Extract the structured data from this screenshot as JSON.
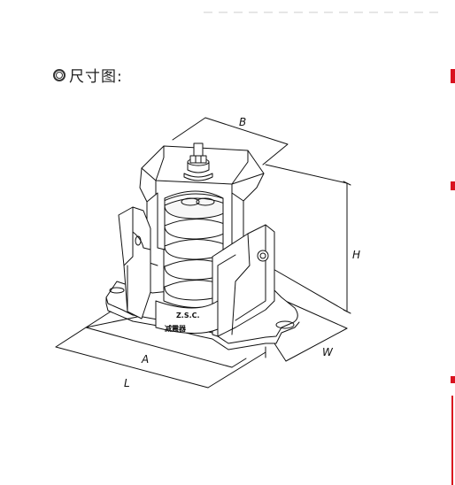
{
  "heading": {
    "text": "尺寸图:"
  },
  "dimensions": {
    "A": "A",
    "B": "B",
    "H": "H",
    "L": "L",
    "W": "W"
  },
  "plate_text": {
    "line1": "Z.S.C.",
    "line2": "减震器"
  },
  "colors": {
    "accent": "#d9121f",
    "line": "#111111"
  },
  "icons": {
    "heading_bullet": "double-circle-icon"
  }
}
